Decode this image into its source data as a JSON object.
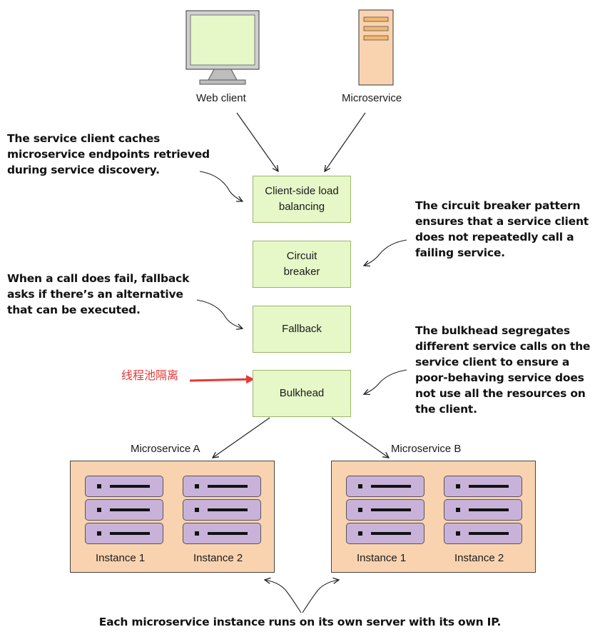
{
  "top": {
    "web_client_label": "Web client",
    "microservice_label": "Microservice"
  },
  "boxes": {
    "load_balancing": [
      "Client-side load",
      "balancing"
    ],
    "circuit_breaker": [
      "Circuit",
      "breaker"
    ],
    "fallback": "Fallback",
    "bulkhead": "Bulkhead"
  },
  "notes": {
    "cache": [
      "The service client caches",
      "microservice endpoints retrieved",
      "during service discovery."
    ],
    "circuit": [
      "The circuit breaker pattern",
      "ensures that a service client",
      "does not repeatedly call a",
      "failing service."
    ],
    "fallback": [
      "When a call does fail, fallback",
      "asks if there’s an alternative",
      "that can be executed."
    ],
    "bulkhead": [
      "The bulkhead segregates",
      "different service calls on the",
      "service client to ensure a",
      "poor-behaving service does",
      "not use all the resources on",
      "the client."
    ]
  },
  "annotation_cn": "线程池隔离",
  "annotation_color": "#e53935",
  "services": {
    "a_label": "Microservice A",
    "b_label": "Microservice B",
    "instance1": "Instance 1",
    "instance2": "Instance 2"
  },
  "footer": "Each microservice instance runs on its own server with its own IP."
}
